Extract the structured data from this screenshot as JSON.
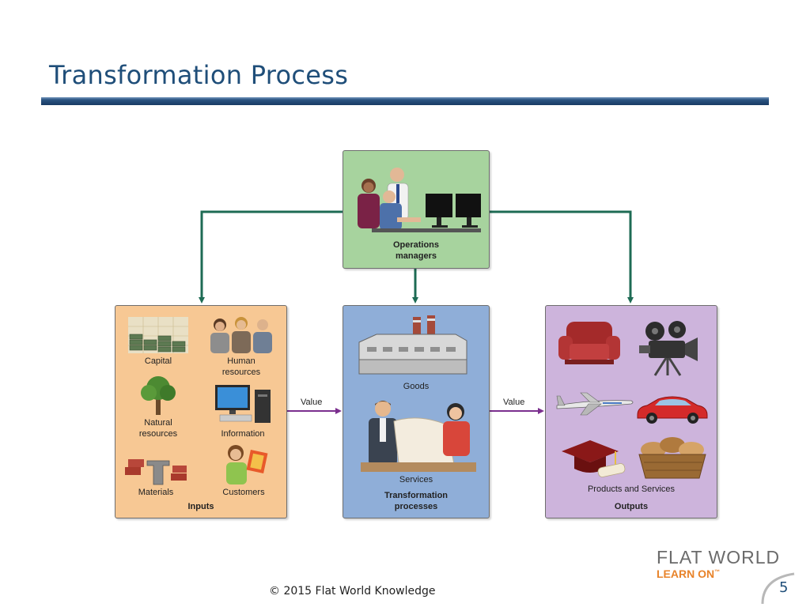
{
  "slide": {
    "title": "Transformation Process",
    "copyright": "© 2015 Flat World Knowledge",
    "page_number": "5"
  },
  "brand": {
    "line1": "FLAT WORLD",
    "line2": "LEARN ON",
    "trademark": "™",
    "colors": {
      "gray": "#6b6b6b",
      "orange": "#e8832a"
    }
  },
  "diagram": {
    "operations": {
      "label_line1": "Operations",
      "label_line2": "managers"
    },
    "inputs": {
      "title": "Inputs",
      "items": {
        "capital": "Capital",
        "human_line1": "Human",
        "human_line2": "resources",
        "natural_line1": "Natural",
        "natural_line2": "resources",
        "information": "Information",
        "materials": "Materials",
        "customers": "Customers"
      }
    },
    "transformation": {
      "goods": "Goods",
      "services": "Services",
      "title_line1": "Transformation",
      "title_line2": "processes"
    },
    "outputs": {
      "subtitle": "Products and Services",
      "title": "Outputs"
    },
    "flows": {
      "inputs_to_process": "Value",
      "process_to_outputs": "Value"
    },
    "colors": {
      "operations_fill": "#a7d39e",
      "inputs_fill": "#f7c894",
      "transformation_fill": "#8faed8",
      "outputs_fill": "#cdb4dc",
      "feedback_arrow": "#1e6b54",
      "value_arrow": "#7b2f8e",
      "title_text": "#1f4e79"
    }
  }
}
